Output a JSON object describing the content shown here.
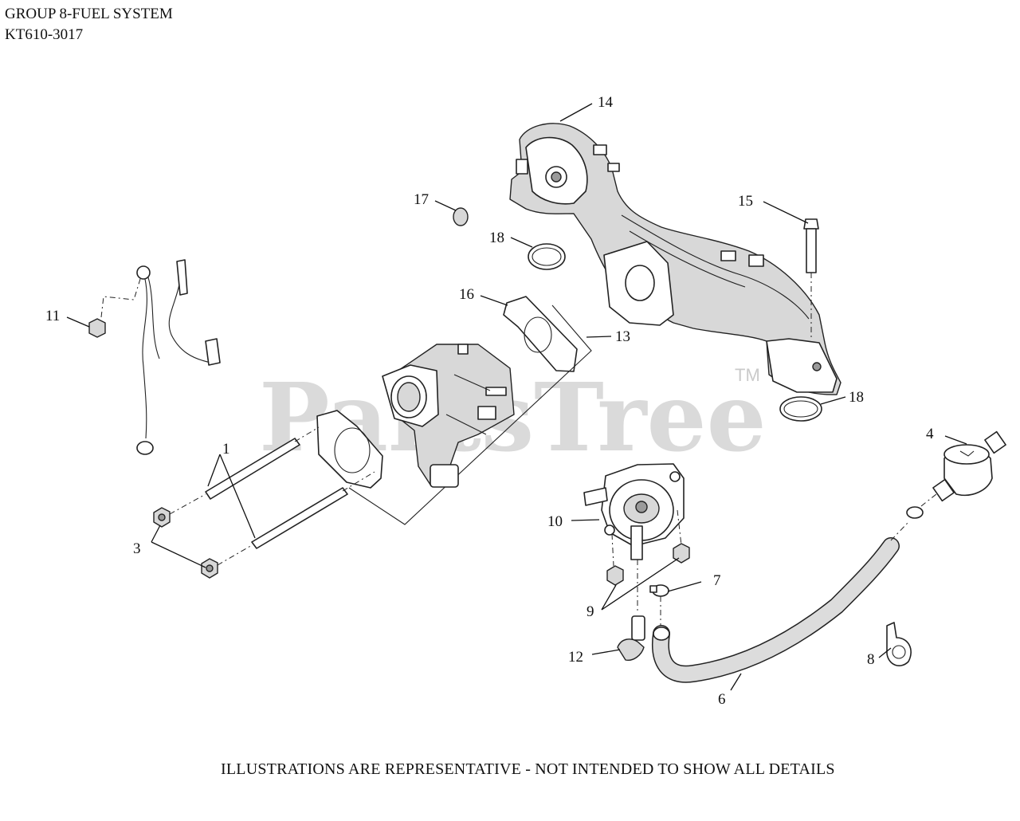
{
  "header": {
    "group_title": "GROUP 8-FUEL SYSTEM",
    "model_code": "KT610-3017"
  },
  "watermark": {
    "text": "PartsTree",
    "trademark": "TM"
  },
  "callouts": [
    "1",
    "3",
    "4",
    "6",
    "7",
    "8",
    "9",
    "10",
    "11",
    "12",
    "13",
    "14",
    "15",
    "16",
    "17",
    "18",
    "18"
  ],
  "footer": {
    "disclaimer": "ILLUSTRATIONS ARE REPRESENTATIVE - NOT INTENDED TO SHOW ALL DETAILS"
  }
}
